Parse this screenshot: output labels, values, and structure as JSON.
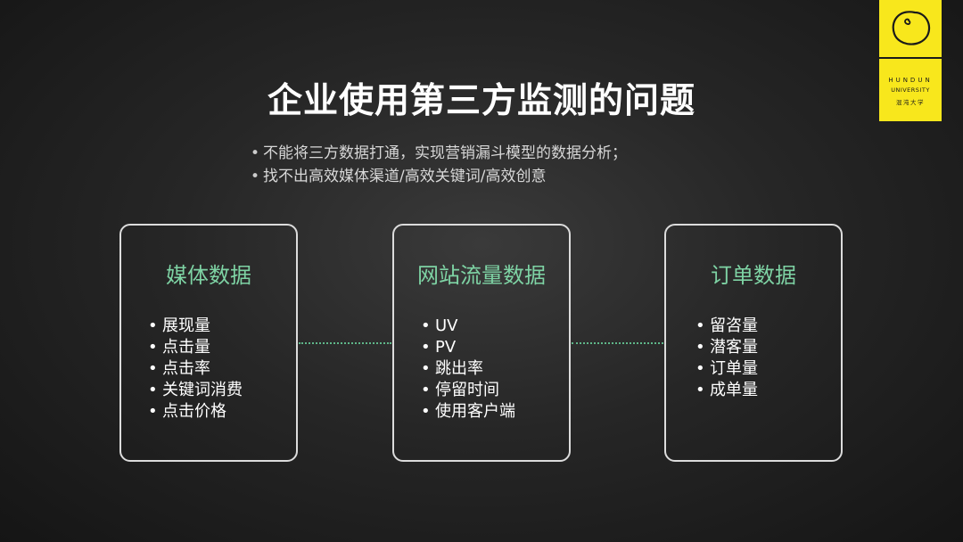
{
  "slide": {
    "title": "企业使用第三方监测的问题",
    "bullets": [
      "不能将三方数据打通，实现营销漏斗模型的数据分析；",
      "找不出高效媒体渠道/高效关键词/高效创意"
    ]
  },
  "logo": {
    "line1": "HUNDUN",
    "line2": "UNIVERSITY",
    "line3": "混沌大学",
    "icon": "circle-logo-icon",
    "color": "#f8e71c"
  },
  "boxes": [
    {
      "title": "媒体数据",
      "items": [
        "展现量",
        "点击量",
        "点击率",
        "关键词消费",
        "点击价格"
      ]
    },
    {
      "title": "网站流量数据",
      "items": [
        "UV",
        "PV",
        "跳出率",
        "停留时间",
        "使用客户端"
      ]
    },
    {
      "title": "订单数据",
      "items": [
        "留咨量",
        "潜客量",
        "订单量",
        "成单量"
      ]
    }
  ],
  "colors": {
    "accent": "#7ed3a4",
    "connector": "#5fb88a",
    "box_border": "#dcdcdc"
  }
}
